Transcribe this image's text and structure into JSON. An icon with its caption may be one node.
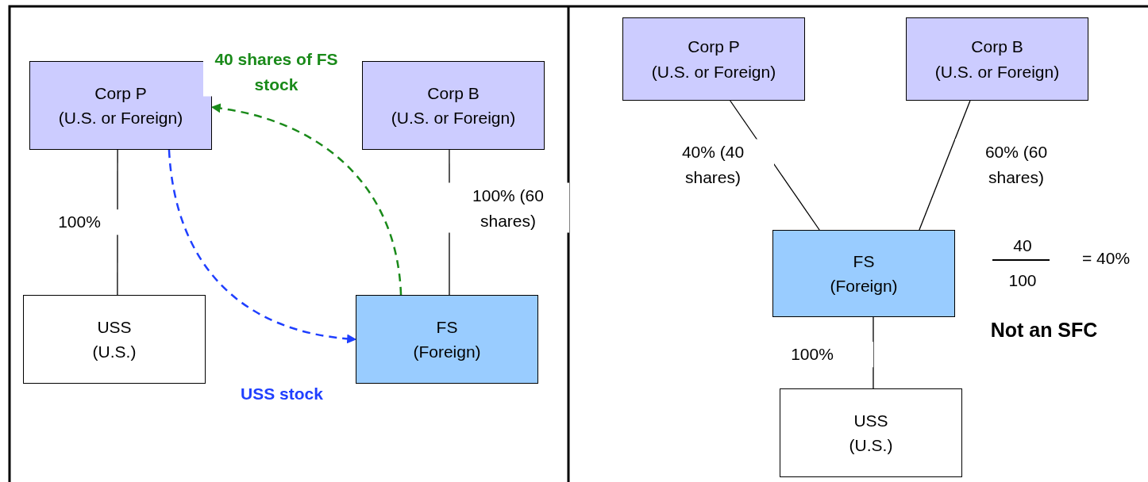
{
  "diagram": {
    "nodes": [
      {
        "text": [
          "Corp P",
          "(U.S. or Foreign)"
        ]
      },
      {
        "text": [
          "Corp B",
          "(U.S. or Foreign)"
        ]
      },
      {
        "text": [
          "USS",
          "(U.S.)"
        ]
      },
      {
        "text": [
          "FS",
          "(Foreign)"
        ]
      },
      {
        "text": [
          "Corp P",
          "(U.S. or Foreign)"
        ]
      },
      {
        "text": [
          "Corp B",
          "(U.S. or Foreign)"
        ]
      },
      {
        "text": [
          "FS",
          "(Foreign)"
        ]
      },
      {
        "text": [
          "USS",
          "(U.S.)"
        ]
      }
    ],
    "edges": [
      {
        "from": 0,
        "to": 2,
        "arrow": "none",
        "label": "100%"
      },
      {
        "from": 1,
        "to": 3,
        "arrow": "none",
        "label": "100% (60 shares)"
      },
      {
        "from": 3,
        "to": 0,
        "arrow": "to",
        "label": "40 shares of FS stock",
        "style": "dashed",
        "color": "#1a8a1a"
      },
      {
        "from": 0,
        "to": 3,
        "arrow": "to",
        "label": "USS stock",
        "style": "dashed",
        "color": "#1f3fff"
      },
      {
        "from": 4,
        "to": 6,
        "arrow": "none",
        "label": "40% (40 shares)"
      },
      {
        "from": 5,
        "to": 6,
        "arrow": "none",
        "label": "60% (60 shares)"
      },
      {
        "from": 6,
        "to": 7,
        "arrow": "none",
        "label": "100%"
      }
    ],
    "labels": [
      "40",
      "100",
      "= 40%",
      "Not an SFC"
    ]
  }
}
